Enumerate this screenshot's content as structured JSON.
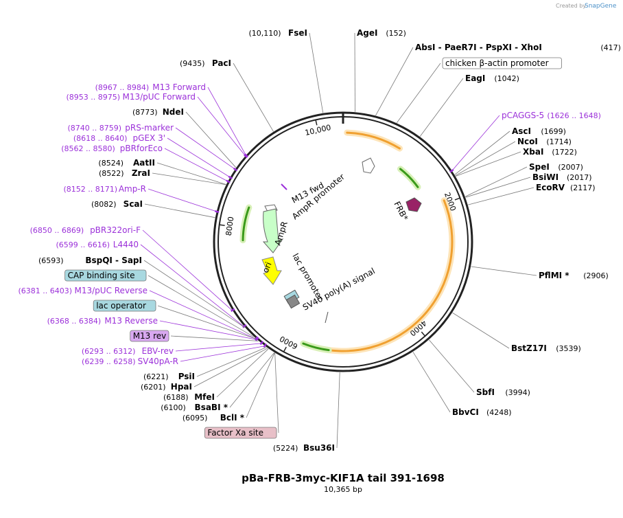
{
  "map": {
    "name": "pBa-FRB-3myc-KIF1A tail 391-1698",
    "length": "10,365 bp",
    "total_bp": 10365,
    "credit": "Created by",
    "brand": "SnapGene"
  },
  "ticks": [
    {
      "pos": 2000,
      "label": "2000"
    },
    {
      "pos": 4000,
      "label": "4000"
    },
    {
      "pos": 6000,
      "label": "6000"
    },
    {
      "pos": 8000,
      "label": "8000"
    },
    {
      "pos": 10000,
      "label": "10,000"
    }
  ],
  "labels": [
    {
      "name": "FseI",
      "pos": "(10,110)",
      "bp": 10110,
      "kind": "enzyme",
      "side": "left"
    },
    {
      "name": "AgeI",
      "pos": "(152)",
      "bp": 152,
      "kind": "enzyme",
      "side": "right"
    },
    {
      "name": "AbsI  -  PaeR7I  -  PspXI  -  XhoI",
      "pos": "(417)",
      "bp": 417,
      "kind": "enzyme",
      "side": "right"
    },
    {
      "name": "chicken β-actin promoter",
      "pos": "",
      "bp": 700,
      "kind": "boxed-white",
      "side": "right"
    },
    {
      "name": "EagI",
      "pos": "(1042)",
      "bp": 1042,
      "kind": "enzyme",
      "side": "right"
    },
    {
      "name": "pCAGGS-5",
      "pos": "(1626 .. 1648)",
      "bp": 1637,
      "kind": "primer",
      "side": "right"
    },
    {
      "name": "AscI",
      "pos": "(1699)",
      "bp": 1699,
      "kind": "enzyme",
      "side": "right"
    },
    {
      "name": "NcoI",
      "pos": "(1714)",
      "bp": 1714,
      "kind": "enzyme",
      "side": "right"
    },
    {
      "name": "XbaI",
      "pos": "(1722)",
      "bp": 1722,
      "kind": "enzyme",
      "side": "right"
    },
    {
      "name": "SpeI",
      "pos": "(2007)",
      "bp": 2007,
      "kind": "enzyme",
      "side": "right"
    },
    {
      "name": "BsiWI",
      "pos": "(2017)",
      "bp": 2017,
      "kind": "enzyme",
      "side": "right"
    },
    {
      "name": "EcoRV",
      "pos": "(2117)",
      "bp": 2117,
      "kind": "enzyme",
      "side": "right"
    },
    {
      "name": "PflMI *",
      "pos": "(2906)",
      "bp": 2906,
      "kind": "enzyme",
      "side": "right"
    },
    {
      "name": "BstZ17I",
      "pos": "(3539)",
      "bp": 3539,
      "kind": "enzyme",
      "side": "right"
    },
    {
      "name": "SbfI",
      "pos": "(3994)",
      "bp": 3994,
      "kind": "enzyme",
      "side": "right"
    },
    {
      "name": "BbvCI",
      "pos": "(4248)",
      "bp": 4248,
      "kind": "enzyme",
      "side": "right"
    },
    {
      "name": "Bsu36I",
      "pos": "(5224)",
      "bp": 5224,
      "kind": "enzyme",
      "side": "left"
    },
    {
      "name": "Factor Xa site",
      "pos": "",
      "bp": 6090,
      "kind": "boxed-pink",
      "side": "left"
    },
    {
      "name": "BclI *",
      "pos": "(6095)",
      "bp": 6095,
      "kind": "enzyme",
      "side": "left"
    },
    {
      "name": "BsaBI *",
      "pos": "(6100)",
      "bp": 6100,
      "kind": "enzyme",
      "side": "left"
    },
    {
      "name": "MfeI",
      "pos": "(6188)",
      "bp": 6188,
      "kind": "enzyme",
      "side": "left"
    },
    {
      "name": "HpaI",
      "pos": "(6201)",
      "bp": 6201,
      "kind": "enzyme",
      "side": "left"
    },
    {
      "name": "PsiI",
      "pos": "(6221)",
      "bp": 6221,
      "kind": "enzyme",
      "side": "left"
    },
    {
      "name": "SV40pA-R",
      "pos": "(6239 .. 6258)",
      "bp": 6248,
      "kind": "primer",
      "side": "left"
    },
    {
      "name": "EBV-rev",
      "pos": "(6293 .. 6312)",
      "bp": 6302,
      "kind": "primer",
      "side": "left"
    },
    {
      "name": "M13 rev",
      "pos": "",
      "bp": 6350,
      "kind": "boxed-purple",
      "side": "left"
    },
    {
      "name": "M13 Reverse",
      "pos": "(6368 .. 6384)",
      "bp": 6376,
      "kind": "primer",
      "side": "left"
    },
    {
      "name": "lac operator",
      "pos": "",
      "bp": 6392,
      "kind": "boxed-blue",
      "side": "left"
    },
    {
      "name": "M13/pUC Reverse",
      "pos": "(6381 .. 6403)",
      "bp": 6392,
      "kind": "primer",
      "side": "left"
    },
    {
      "name": "CAP binding site",
      "pos": "",
      "bp": 6430,
      "kind": "boxed-blue",
      "side": "left"
    },
    {
      "name": "BspQI  -  SapI",
      "pos": "(6593)",
      "bp": 6593,
      "kind": "enzyme",
      "side": "left"
    },
    {
      "name": "L4440",
      "pos": "(6599 .. 6616)",
      "bp": 6607,
      "kind": "primer",
      "side": "left"
    },
    {
      "name": "pBR322ori-F",
      "pos": "(6850 .. 6869)",
      "bp": 6860,
      "kind": "primer",
      "side": "left"
    },
    {
      "name": "ScaI",
      "pos": "(8082)",
      "bp": 8082,
      "kind": "enzyme",
      "side": "left"
    },
    {
      "name": "Amp-R",
      "pos": "(8152 .. 8171)",
      "bp": 8161,
      "kind": "primer",
      "side": "left"
    },
    {
      "name": "ZraI",
      "pos": "(8522)",
      "bp": 8522,
      "kind": "enzyme",
      "side": "left"
    },
    {
      "name": "AatII",
      "pos": "(8524)",
      "bp": 8524,
      "kind": "enzyme",
      "side": "left"
    },
    {
      "name": "pBRforEco",
      "pos": "(8562 .. 8580)",
      "bp": 8571,
      "kind": "primer",
      "side": "left"
    },
    {
      "name": "pGEX 3'",
      "pos": "(8618 .. 8640)",
      "bp": 8629,
      "kind": "primer",
      "side": "left"
    },
    {
      "name": "pRS-marker",
      "pos": "(8740 .. 8759)",
      "bp": 8749,
      "kind": "primer",
      "side": "left"
    },
    {
      "name": "NdeI",
      "pos": "(8773)",
      "bp": 8773,
      "kind": "enzyme",
      "side": "left"
    },
    {
      "name": "M13/pUC Forward",
      "pos": "(8953 .. 8975)",
      "bp": 8964,
      "kind": "primer",
      "side": "left"
    },
    {
      "name": "M13 Forward",
      "pos": "(8967 .. 8984)",
      "bp": 8975,
      "kind": "primer",
      "side": "left"
    },
    {
      "name": "PacI",
      "pos": "(9435)",
      "bp": 9435,
      "kind": "enzyme",
      "side": "left"
    }
  ],
  "inner_features": [
    {
      "name": "M13 fwd",
      "kind": "text"
    },
    {
      "name": "AmpR promoter",
      "kind": "text"
    },
    {
      "name": "AmpR",
      "kind": "text"
    },
    {
      "name": "ori",
      "kind": "text"
    },
    {
      "name": "lac promoter",
      "kind": "text"
    },
    {
      "name": "SV40 poly(A) signal",
      "kind": "text"
    },
    {
      "name": "FRB*",
      "kind": "text"
    }
  ],
  "colors": {
    "backbone": "#222222",
    "enzyme": "#000000",
    "primer": "#9b30d9",
    "orange": "#f0a030",
    "orange_glow": "#fde4b8",
    "green": "#3a9a1a",
    "green_glow": "#d8f0b8",
    "ampr": "#c8ffc8",
    "ori": "#ffff00",
    "frb": "#992266",
    "box_white": "#ffffff",
    "box_pink": "#e8c0c8",
    "box_blue": "#a8d8e0",
    "box_purple": "#d8a8f0"
  }
}
